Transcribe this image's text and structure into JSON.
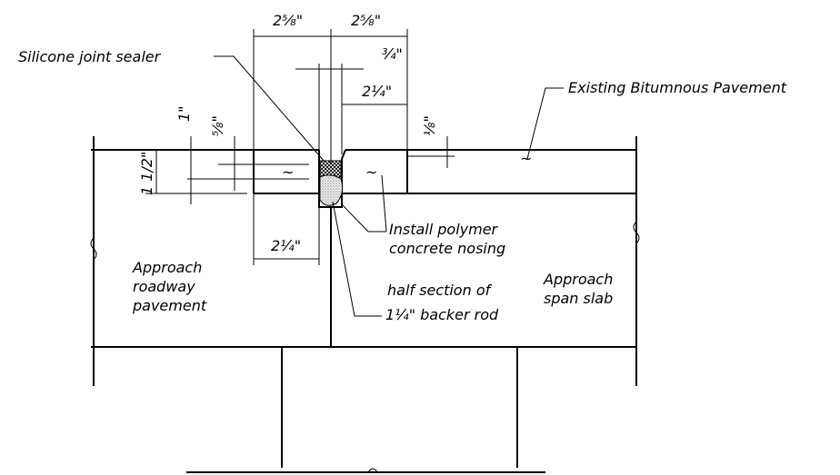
{
  "callouts": {
    "silicone_joint_sealer": "Silicone joint sealer",
    "existing_pavement": "Existing Bitumnous Pavement",
    "install_polymer_line1": "Install polymer",
    "install_polymer_line2": "concrete nosing",
    "approach_roadway_line1": "Approach",
    "approach_roadway_line2": "roadway",
    "approach_roadway_line3": "pavement",
    "half_section_line1": "half section of",
    "half_section_line2": "1¼\" backer rod",
    "approach_span_line1": "Approach",
    "approach_span_line2": "span slab"
  },
  "dimensions": {
    "top_left": "2⅝\"",
    "top_right": "2⅝\"",
    "three_quarter": "¾\"",
    "two_quarter_top": "2¼\"",
    "two_quarter_bottom": "2¼\"",
    "one_inch": "1\"",
    "five_eighths": "⅝\"",
    "one_half": "1 1/2\"",
    "one_eighth": "⅛\""
  }
}
